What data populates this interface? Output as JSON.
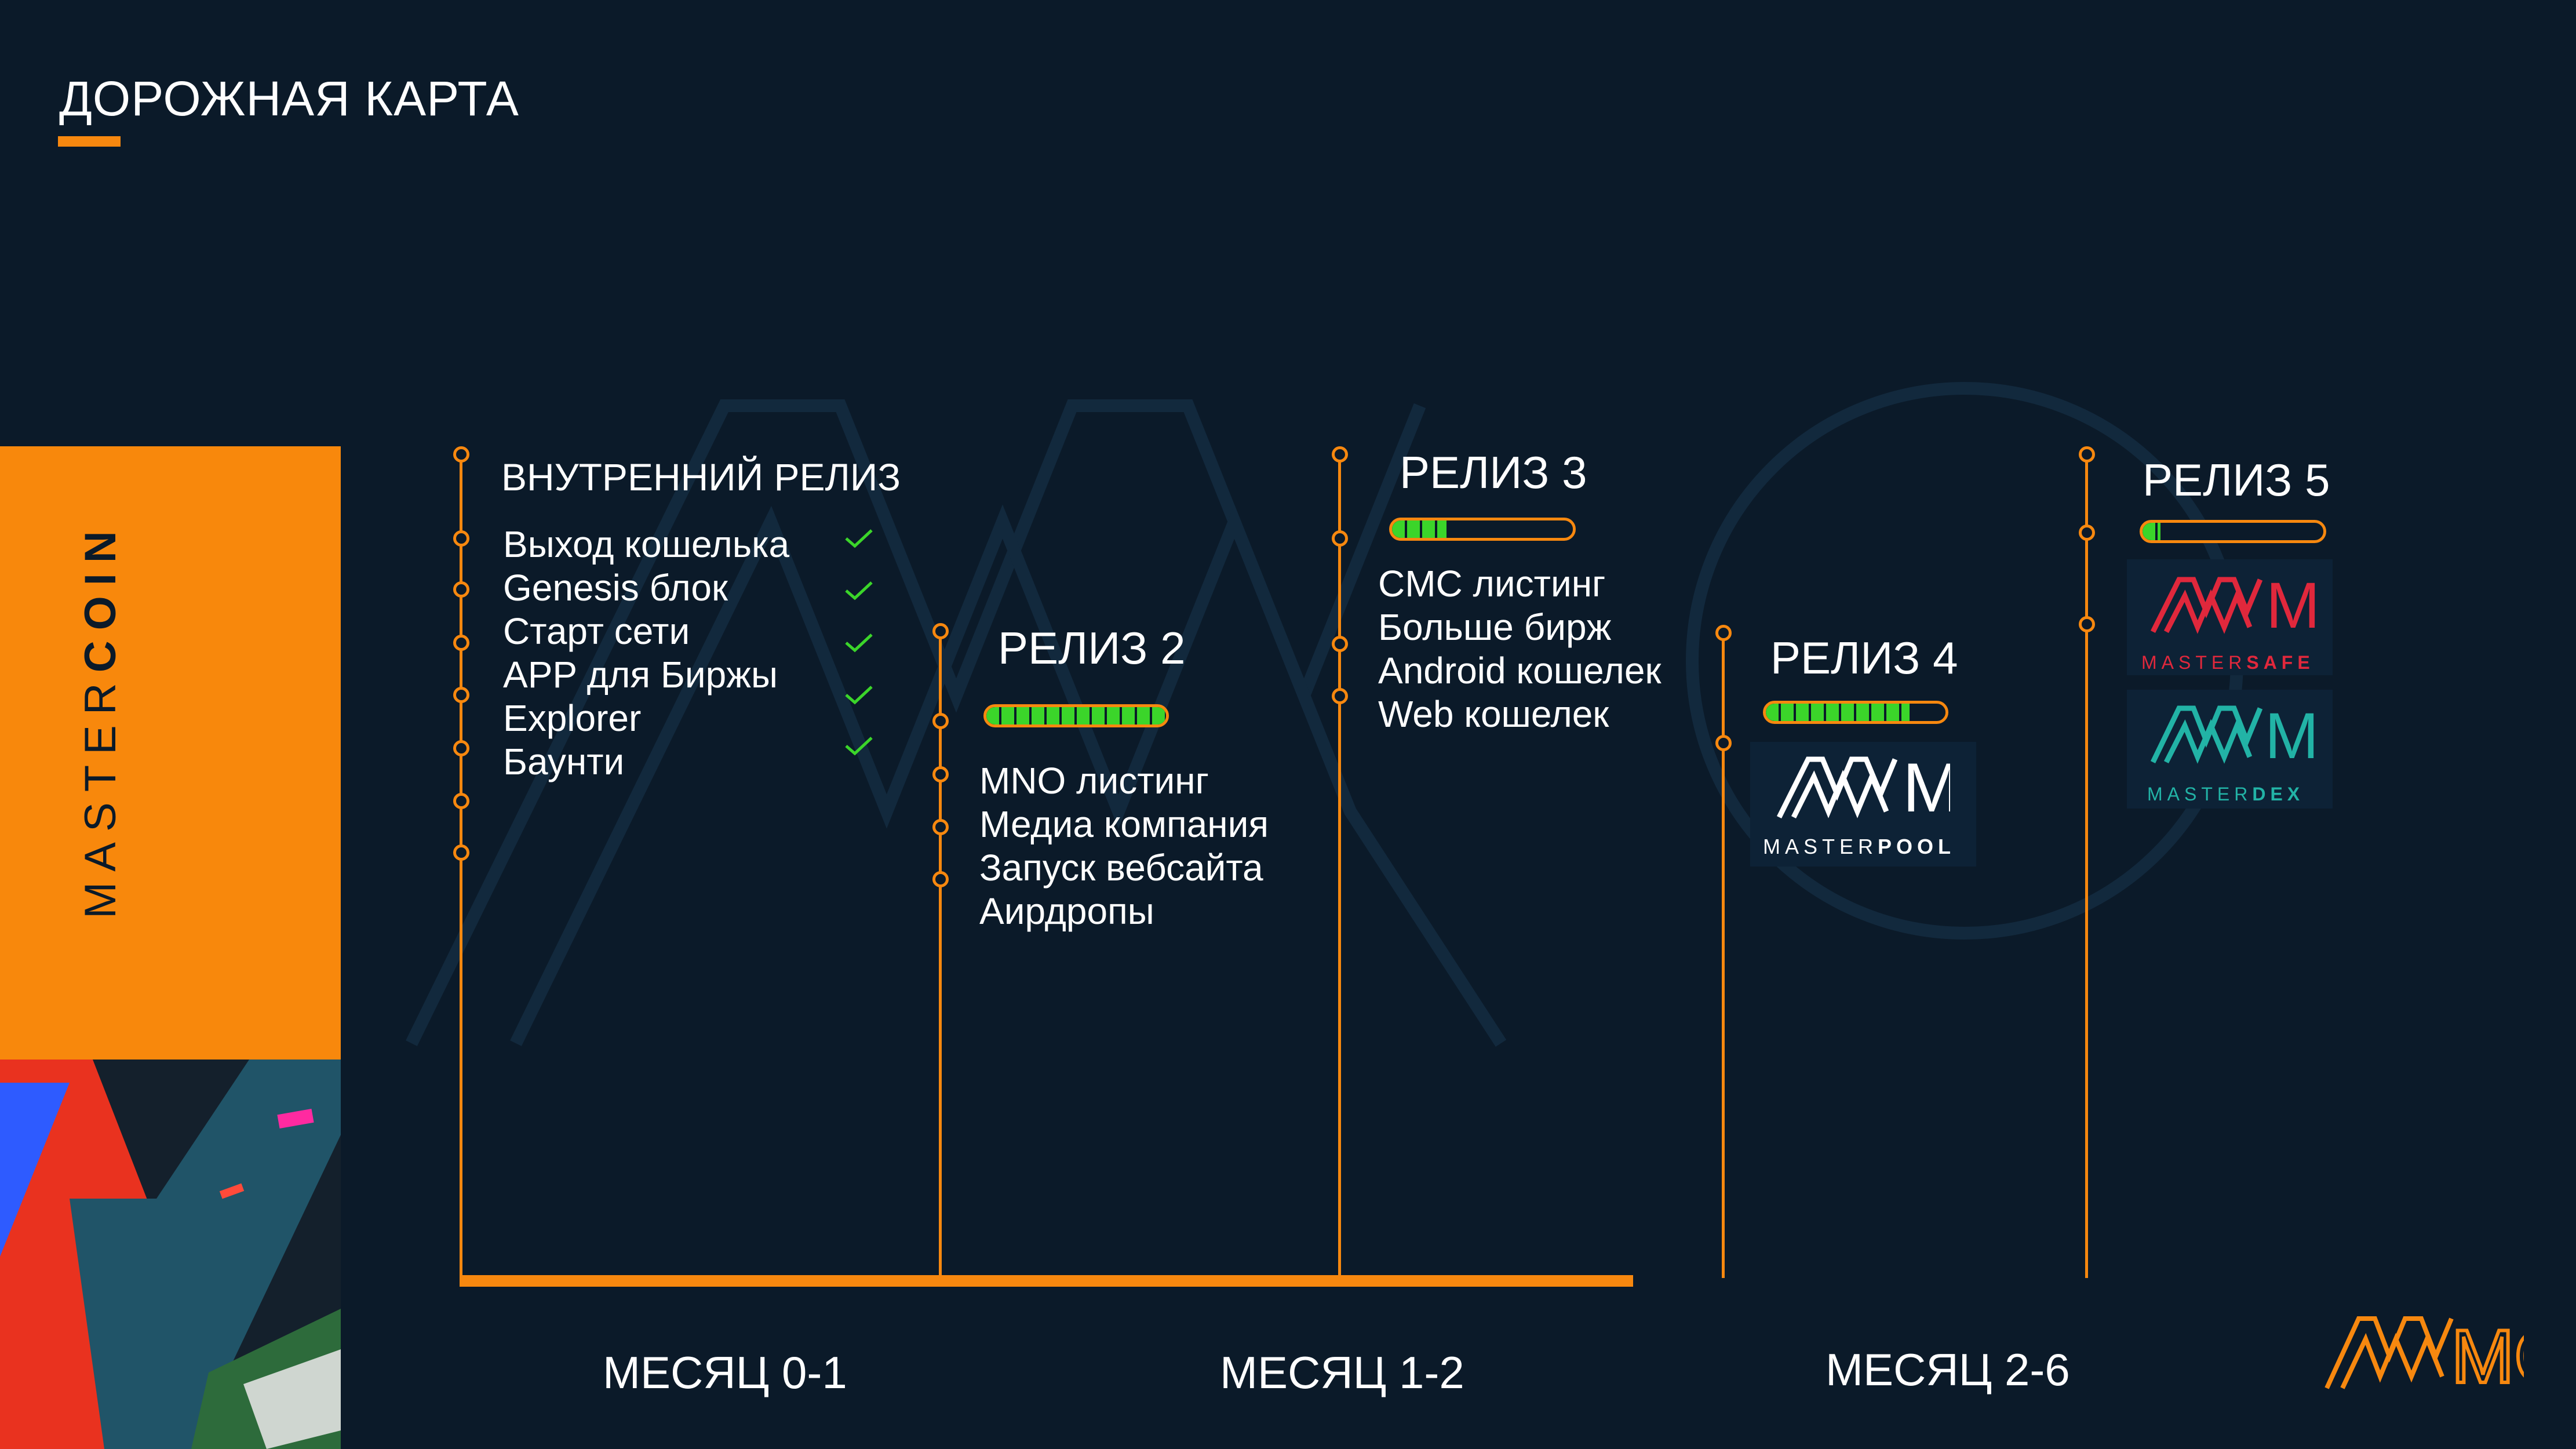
{
  "header": {
    "title": "ДОРОЖНАЯ КАРТА"
  },
  "brand": {
    "light": "MASTER",
    "bold": "COIN"
  },
  "colors": {
    "background": "#0b1a29",
    "accent": "#f7880f",
    "progress": "#3bd52a",
    "check": "#3bd52a"
  },
  "months": [
    "МЕСЯЦ 0-1",
    "МЕСЯЦ 1-2",
    "МЕСЯЦ 2-6"
  ],
  "releases": [
    {
      "title": "ВНУТРЕННИЙ РЕЛИЗ",
      "items": [
        "Выход кошелька",
        "Genesis блок",
        "Старт сети",
        "APP для Биржы",
        "Explorer",
        "Баунти"
      ],
      "completed": [
        true,
        true,
        true,
        true,
        false,
        true
      ]
    },
    {
      "title": "РЕЛИЗ 2",
      "progress": 1.0,
      "items": [
        "MNO листинг",
        "Медиа компания",
        "Запуск вебсайта",
        "Аирдропы"
      ]
    },
    {
      "title": "РЕЛИЗ 3",
      "progress": 0.3,
      "items": [
        "CMC листинг",
        "Больше бирж",
        "Android кошелек",
        "Web кошелек"
      ]
    },
    {
      "title": "РЕЛИЗ 4",
      "progress": 0.8,
      "logo": {
        "mark": "MP",
        "light": "MASTER",
        "bold": "POOL"
      }
    },
    {
      "title": "РЕЛИЗ 5",
      "progress": 0.1,
      "logos": [
        {
          "mark": "MS",
          "light": "MASTER",
          "bold": "SAFE",
          "color": "#e0283c"
        },
        {
          "mark": "MD",
          "light": "MASTER",
          "bold": "DEX",
          "color": "#22b3a6"
        }
      ]
    }
  ],
  "footer_logo": {
    "mark": "MC"
  }
}
